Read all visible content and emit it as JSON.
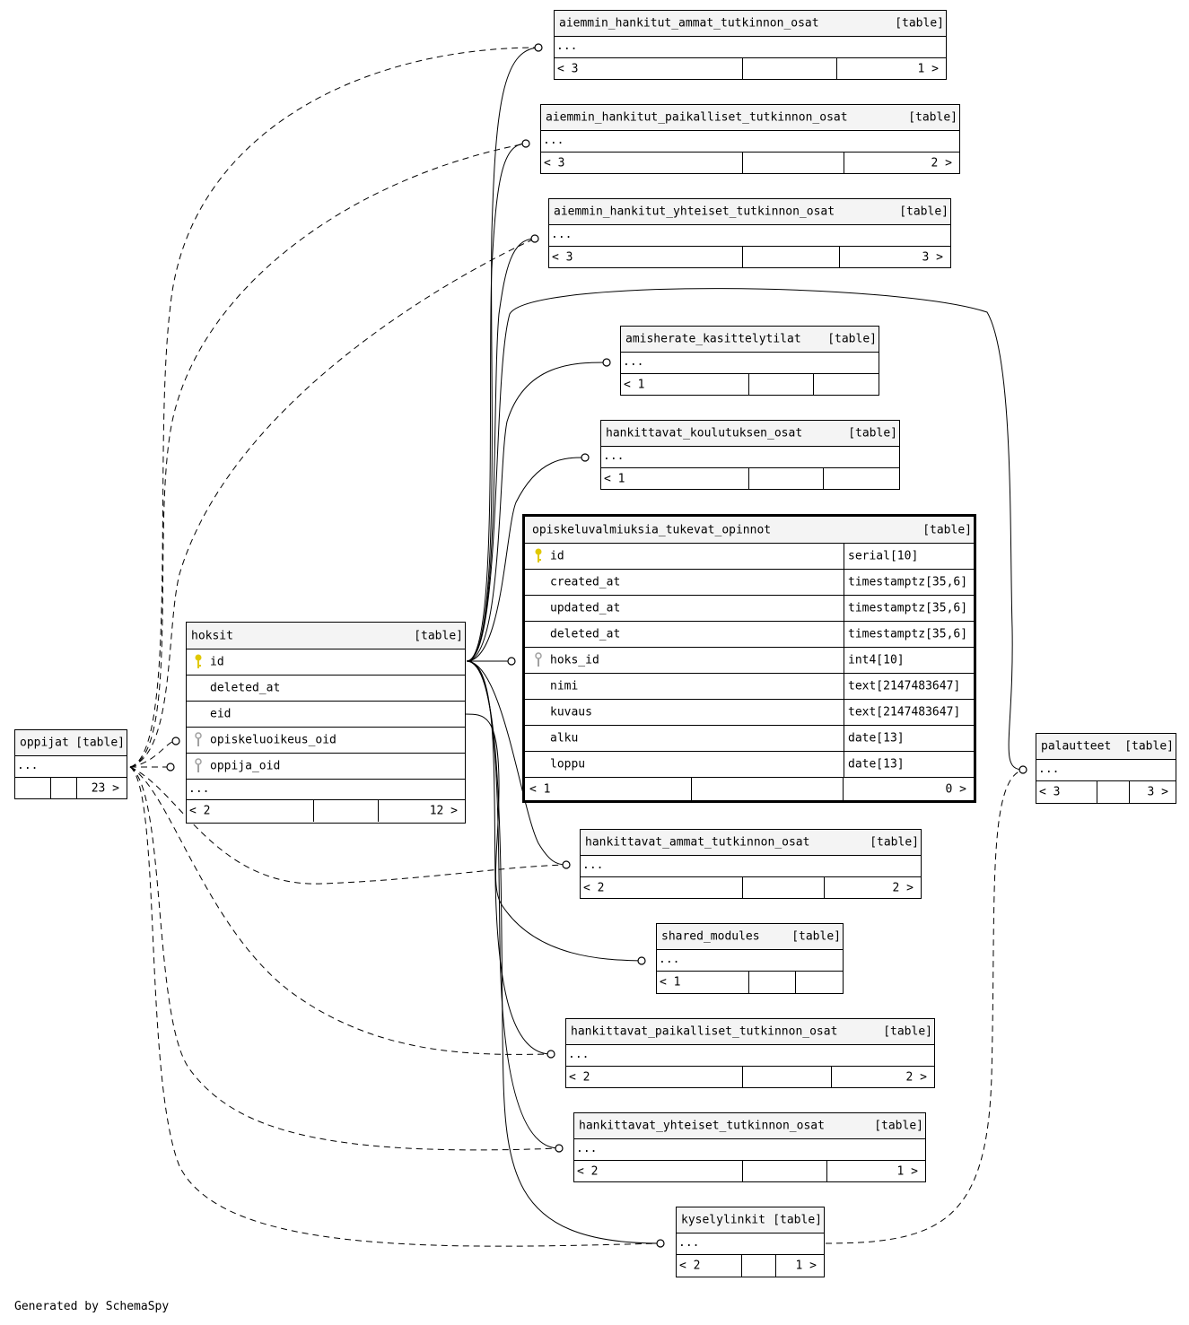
{
  "footer": "Generated by SchemaSpy",
  "colors": {
    "primary_key": "#e0c800",
    "foreign_key": "#a0a0a0",
    "header_bg": "#f4f4f4",
    "line": "#000000"
  },
  "tables": [
    {
      "id": "t_aha",
      "name": "aiemmin_hankitut_ammat_tutkinnon_osat",
      "tag": "[table]",
      "placeholder": "...",
      "footer_left": "< 3",
      "footer_mid": "",
      "footer_right": "1 >"
    },
    {
      "id": "t_ahp",
      "name": "aiemmin_hankitut_paikalliset_tutkinnon_osat",
      "tag": "[table]",
      "placeholder": "...",
      "footer_left": "< 3",
      "footer_mid": "",
      "footer_right": "2 >"
    },
    {
      "id": "t_ahy",
      "name": "aiemmin_hankitut_yhteiset_tutkinnon_osat",
      "tag": "[table]",
      "placeholder": "...",
      "footer_left": "< 3",
      "footer_mid": "",
      "footer_right": "3 >"
    },
    {
      "id": "t_amk",
      "name": "amisherate_kasittelytilat",
      "tag": "[table]",
      "placeholder": "...",
      "footer_left": "< 1",
      "footer_mid": "",
      "footer_right": ""
    },
    {
      "id": "t_hko",
      "name": "hankittavat_koulutuksen_osat",
      "tag": "[table]",
      "placeholder": "...",
      "footer_left": "< 1",
      "footer_mid": "",
      "footer_right": ""
    },
    {
      "id": "t_hoksit",
      "name": "hoksit",
      "tag": "[table]",
      "columns": [
        {
          "name": "id",
          "key": "primary"
        },
        {
          "name": "deleted_at",
          "key": ""
        },
        {
          "name": "eid",
          "key": ""
        },
        {
          "name": "opiskeluoikeus_oid",
          "key": "foreign"
        },
        {
          "name": "oppija_oid",
          "key": "foreign"
        }
      ],
      "placeholder": "...",
      "footer_left": "< 2",
      "footer_mid": "",
      "footer_right": "12 >"
    },
    {
      "id": "t_oppijat",
      "name": "oppijat",
      "tag": "[table]",
      "placeholder": "...",
      "footer_left": "",
      "footer_mid": "",
      "footer_right": "23 >"
    },
    {
      "id": "t_opin",
      "name": "opiskeluvalmiuksia_tukevat_opinnot",
      "tag": "[table]",
      "columns": [
        {
          "name": "id",
          "type": "serial[10]",
          "key": "primary"
        },
        {
          "name": "created_at",
          "type": "timestamptz[35,6]",
          "key": ""
        },
        {
          "name": "updated_at",
          "type": "timestamptz[35,6]",
          "key": ""
        },
        {
          "name": "deleted_at",
          "type": "timestamptz[35,6]",
          "key": ""
        },
        {
          "name": "hoks_id",
          "type": "int4[10]",
          "key": "foreign"
        },
        {
          "name": "nimi",
          "type": "text[2147483647]",
          "key": ""
        },
        {
          "name": "kuvaus",
          "type": "text[2147483647]",
          "key": ""
        },
        {
          "name": "alku",
          "type": "date[13]",
          "key": ""
        },
        {
          "name": "loppu",
          "type": "date[13]",
          "key": ""
        }
      ],
      "footer_left": "< 1",
      "footer_mid": "",
      "footer_right": "0 >"
    },
    {
      "id": "t_palautteet",
      "name": "palautteet",
      "tag": "[table]",
      "placeholder": "...",
      "footer_left": "< 3",
      "footer_mid": "",
      "footer_right": "3 >"
    },
    {
      "id": "t_hat",
      "name": "hankittavat_ammat_tutkinnon_osat",
      "tag": "[table]",
      "placeholder": "...",
      "footer_left": "< 2",
      "footer_mid": "",
      "footer_right": "2 >"
    },
    {
      "id": "t_sm",
      "name": "shared_modules",
      "tag": "[table]",
      "placeholder": "...",
      "footer_left": "< 1",
      "footer_mid": "",
      "footer_right": ""
    },
    {
      "id": "t_hpt",
      "name": "hankittavat_paikalliset_tutkinnon_osat",
      "tag": "[table]",
      "placeholder": "...",
      "footer_left": "< 2",
      "footer_mid": "",
      "footer_right": "2 >"
    },
    {
      "id": "t_hyt",
      "name": "hankittavat_yhteiset_tutkinnon_osat",
      "tag": "[table]",
      "placeholder": "...",
      "footer_left": "< 2",
      "footer_mid": "",
      "footer_right": "1 >"
    },
    {
      "id": "t_ky",
      "name": "kyselylinkit",
      "tag": "[table]",
      "placeholder": "...",
      "footer_left": "< 2",
      "footer_mid": "",
      "footer_right": "1 >"
    }
  ]
}
